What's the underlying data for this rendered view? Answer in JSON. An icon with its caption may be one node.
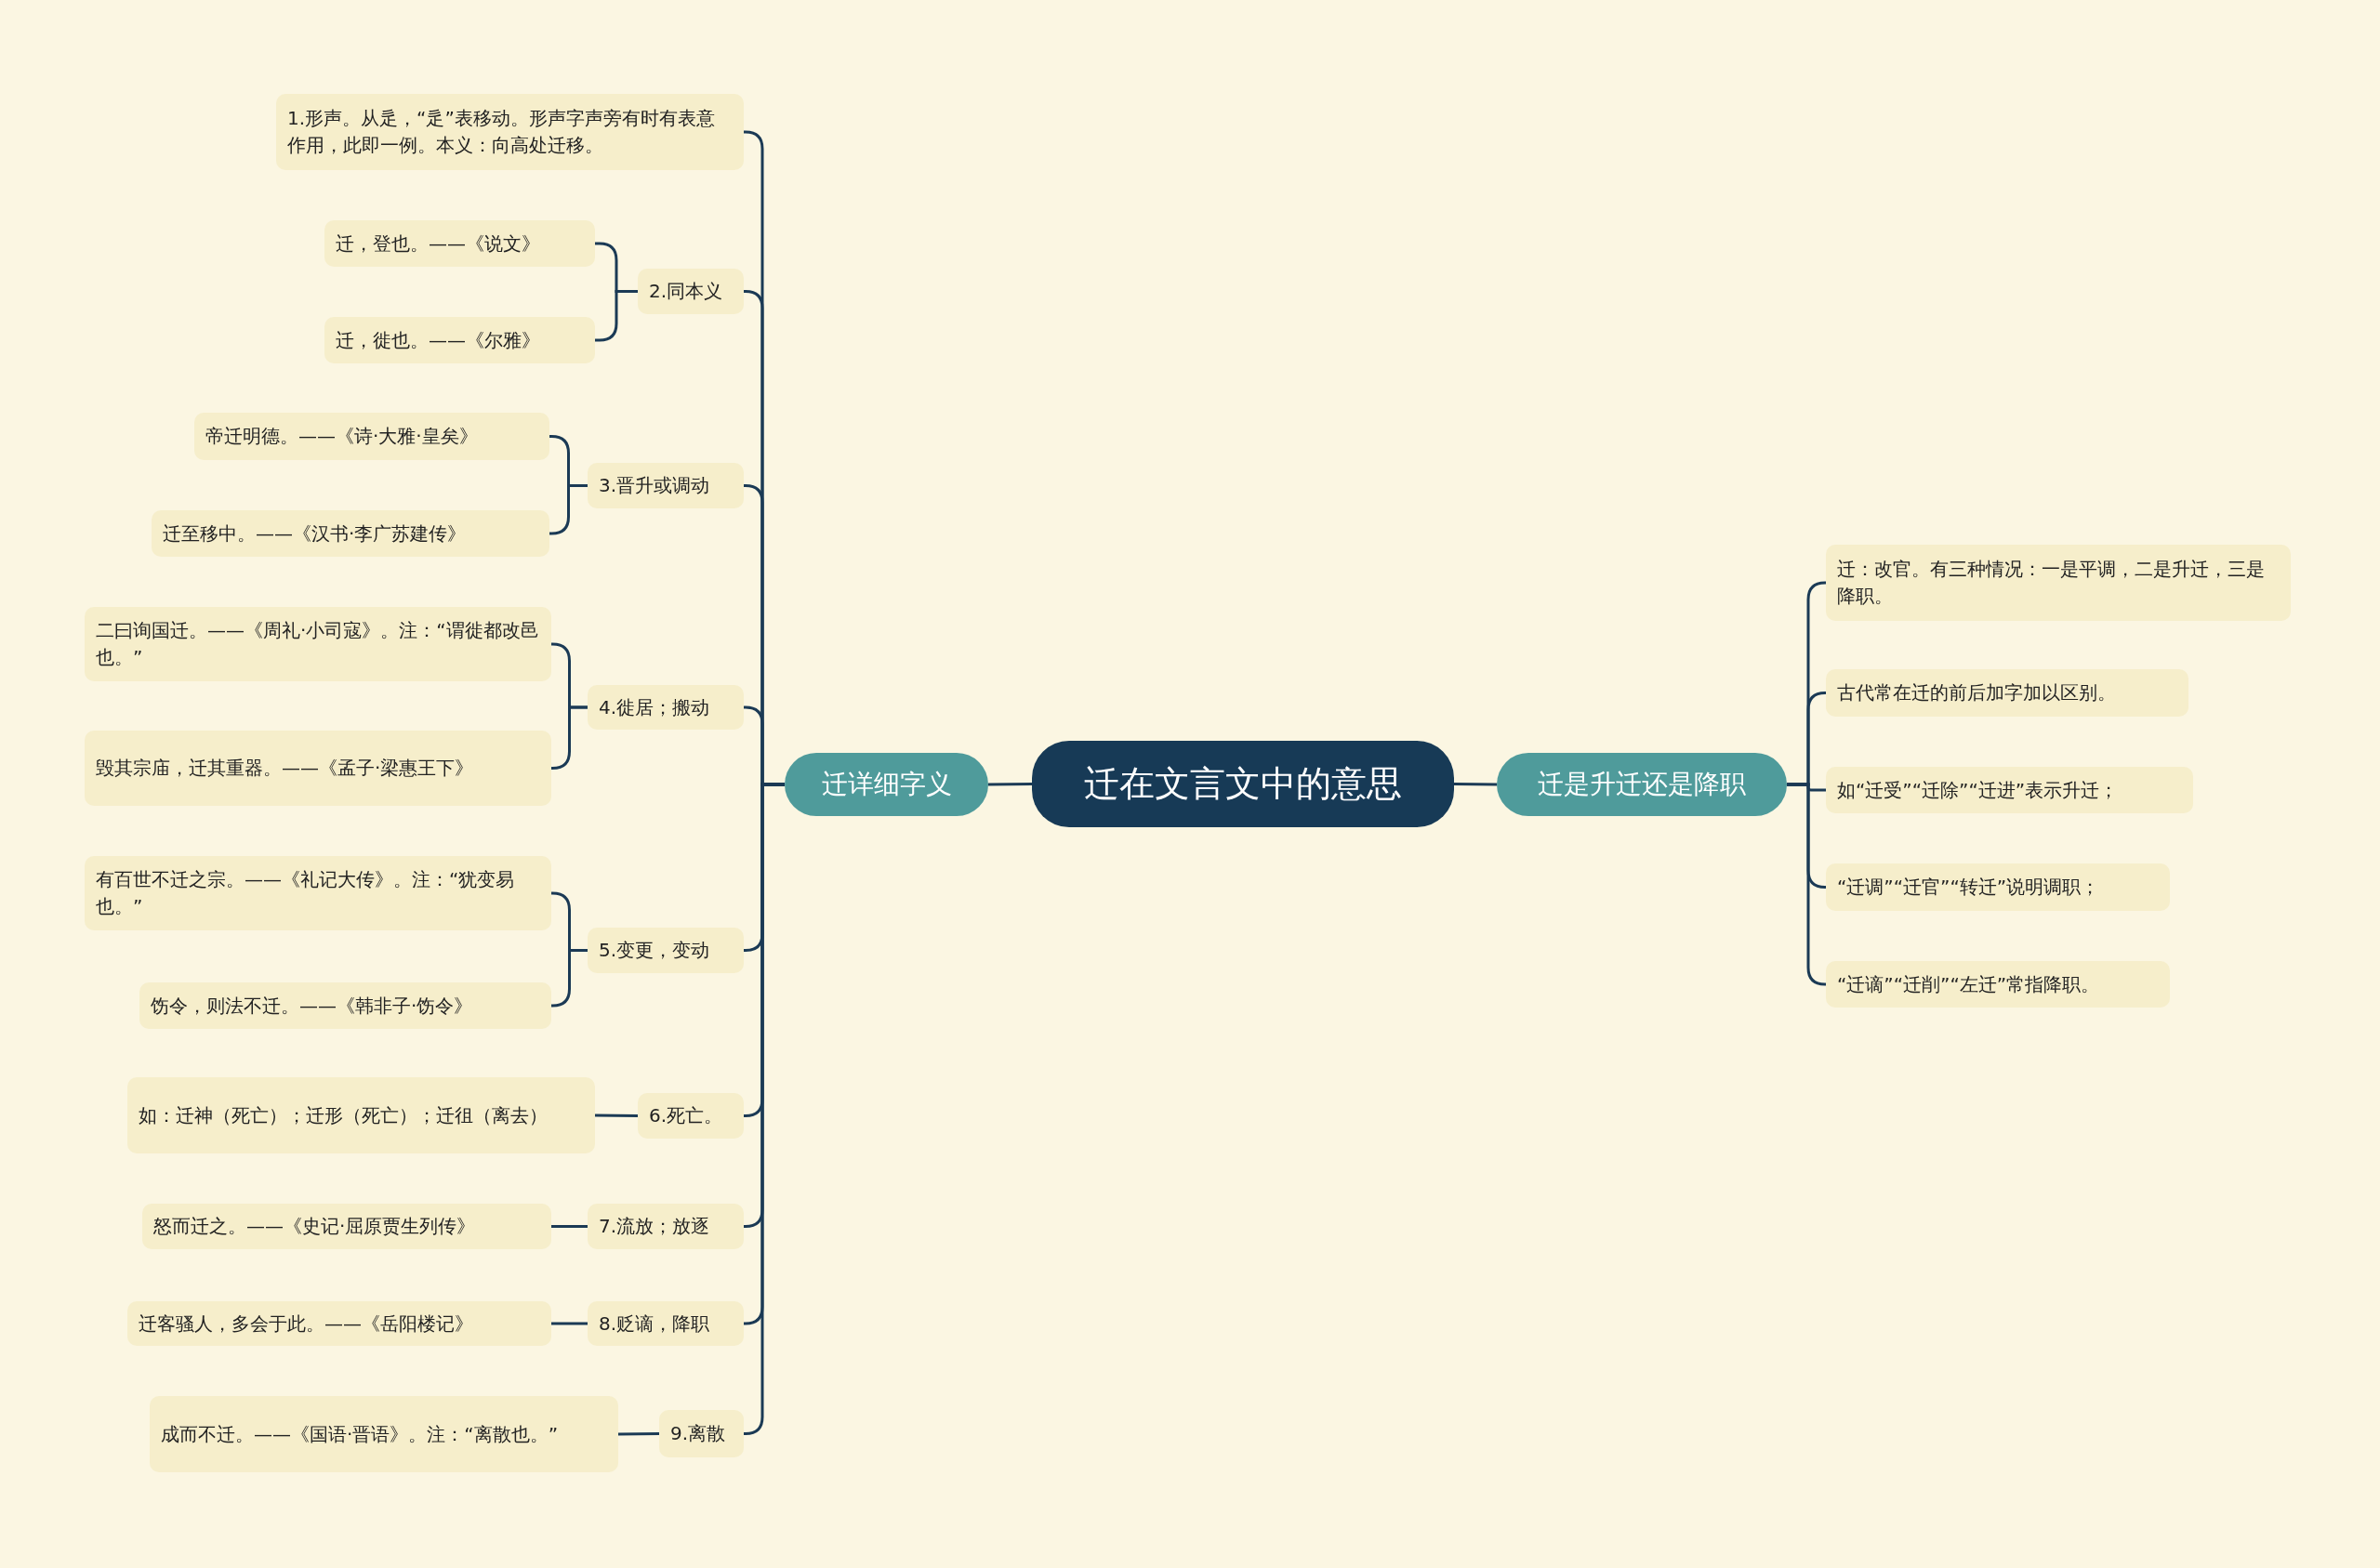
{
  "diagram": {
    "nodes": [
      {
        "text": [
          "迁在文言文中的意思"
        ]
      },
      {
        "text": [
          "迁详细字义"
        ]
      },
      {
        "text": [
          "迁是升迁还是降职"
        ]
      },
      {
        "text": [
          "1.形声。从辵，“辵”表移动。形声字声旁有时有表意作用，此即一例。本义：向高处迁移。"
        ]
      },
      {
        "text": [
          "2.同本义"
        ]
      },
      {
        "text": [
          "迁，登也。——《说文》"
        ]
      },
      {
        "text": [
          "迁，徙也。——《尔雅》"
        ]
      },
      {
        "text": [
          "3.晋升或调动"
        ]
      },
      {
        "text": [
          "帝迁明德。——《诗·大雅·皇矣》"
        ]
      },
      {
        "text": [
          "迁至移中。——《汉书·李广苏建传》"
        ]
      },
      {
        "text": [
          "4.徙居；搬动"
        ]
      },
      {
        "text": [
          "二曰询国迁。——《周礼·小司寇》。注：“谓徙都改邑也。”"
        ]
      },
      {
        "text": [
          "毁其宗庙，迁其重器。——《孟子·梁惠王下》"
        ]
      },
      {
        "text": [
          "5.变更，变动"
        ]
      },
      {
        "text": [
          "有百世不迁之宗。——《礼记大传》。注：“犹变易也。”"
        ]
      },
      {
        "text": [
          "饬令，则法不迁。——《韩非子·饬令》"
        ]
      },
      {
        "text": [
          "6.死亡。"
        ]
      },
      {
        "text": [
          "如：迁神（死亡）；迁形（死亡）；迁徂（离去）"
        ]
      },
      {
        "text": [
          "7.流放；放逐"
        ]
      },
      {
        "text": [
          "怒而迁之。——《史记·屈原贾生列传》"
        ]
      },
      {
        "text": [
          "8.贬谪，降职"
        ]
      },
      {
        "text": [
          "迁客骚人，多会于此。——《岳阳楼记》"
        ]
      },
      {
        "text": [
          "9.离散"
        ]
      },
      {
        "text": [
          "成而不迁。——《国语·晋语》。注：“离散也。”"
        ]
      },
      {
        "text": [
          "迁：改官。有三种情况：一是平调，二是升迁，三是降职。"
        ]
      },
      {
        "text": [
          "古代常在迁的前后加字加以区别。"
        ]
      },
      {
        "text": [
          "如“迁受”“迁除”“迁进”表示升迁；"
        ]
      },
      {
        "text": [
          "“迁调”“迁官”“转迁”说明调职；"
        ]
      },
      {
        "text": [
          "“迁谪”“迁削”“左迁”常指降职。"
        ]
      }
    ],
    "edges": [
      {
        "from": 0,
        "to": 1,
        "arrow": "none"
      },
      {
        "from": 0,
        "to": 2,
        "arrow": "none"
      },
      {
        "from": 1,
        "to": 3,
        "arrow": "none"
      },
      {
        "from": 1,
        "to": 4,
        "arrow": "none"
      },
      {
        "from": 4,
        "to": 5,
        "arrow": "none"
      },
      {
        "from": 4,
        "to": 6,
        "arrow": "none"
      },
      {
        "from": 1,
        "to": 7,
        "arrow": "none"
      },
      {
        "from": 7,
        "to": 8,
        "arrow": "none"
      },
      {
        "from": 7,
        "to": 9,
        "arrow": "none"
      },
      {
        "from": 1,
        "to": 10,
        "arrow": "none"
      },
      {
        "from": 10,
        "to": 11,
        "arrow": "none"
      },
      {
        "from": 10,
        "to": 12,
        "arrow": "none"
      },
      {
        "from": 1,
        "to": 13,
        "arrow": "none"
      },
      {
        "from": 13,
        "to": 14,
        "arrow": "none"
      },
      {
        "from": 13,
        "to": 15,
        "arrow": "none"
      },
      {
        "from": 1,
        "to": 16,
        "arrow": "none"
      },
      {
        "from": 16,
        "to": 17,
        "arrow": "none"
      },
      {
        "from": 1,
        "to": 18,
        "arrow": "none"
      },
      {
        "from": 18,
        "to": 19,
        "arrow": "none"
      },
      {
        "from": 1,
        "to": 20,
        "arrow": "none"
      },
      {
        "from": 20,
        "to": 21,
        "arrow": "none"
      },
      {
        "from": 1,
        "to": 22,
        "arrow": "none"
      },
      {
        "from": 22,
        "to": 23,
        "arrow": "none"
      },
      {
        "from": 2,
        "to": 24,
        "arrow": "none"
      },
      {
        "from": 2,
        "to": 25,
        "arrow": "none"
      },
      {
        "from": 2,
        "to": 26,
        "arrow": "none"
      },
      {
        "from": 2,
        "to": 27,
        "arrow": "none"
      },
      {
        "from": 2,
        "to": 28,
        "arrow": "none"
      }
    ]
  }
}
